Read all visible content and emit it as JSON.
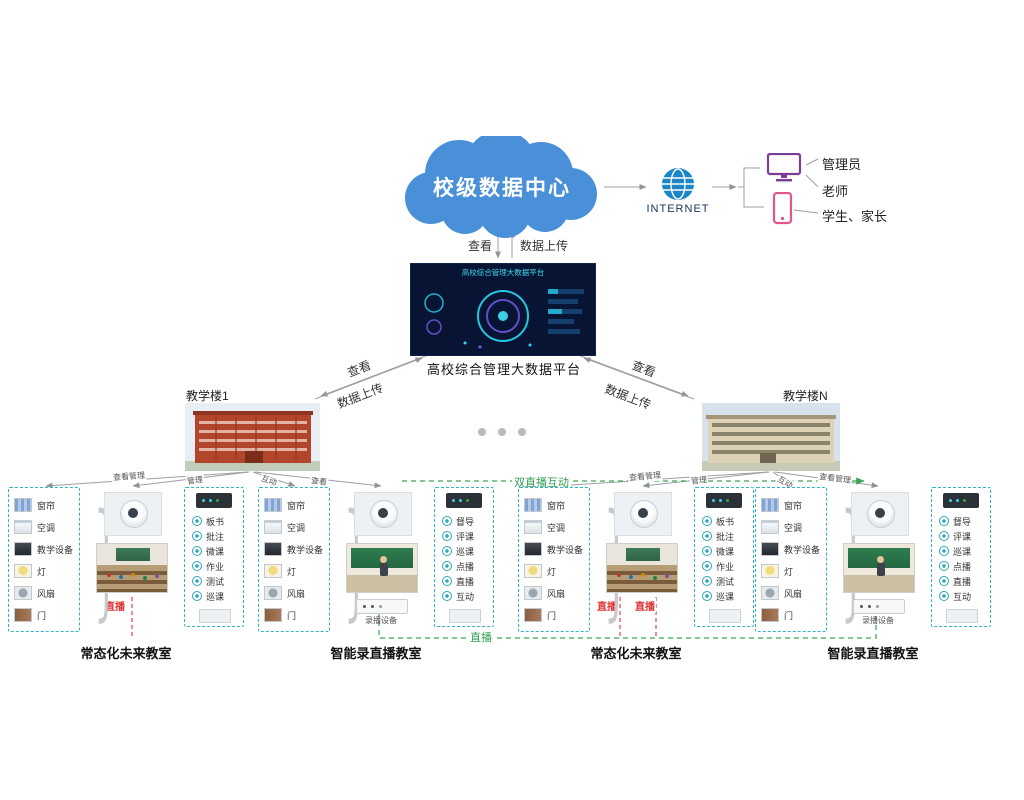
{
  "cloud": {
    "label": "校级数据中心"
  },
  "internet": {
    "label": "INTERNET"
  },
  "users": {
    "admin": "管理员",
    "teacher": "老师",
    "student_parent": "学生、家长"
  },
  "cloud_platform": {
    "view": "查看",
    "upload": "数据上传"
  },
  "platform": {
    "caption": "高校综合管理大数据平台",
    "screen_title": "高校综合管理大数据平台"
  },
  "branches": {
    "left_view": "查看",
    "left_upload": "数据上传",
    "right_view": "查看",
    "right_upload": "数据上传"
  },
  "buildings": {
    "left": "教学楼1",
    "right": "教学楼N"
  },
  "fan_labels": {
    "l1": "查看管理",
    "l2": "管理",
    "l3": "互动",
    "l4": "查看",
    "r1": "查看管理",
    "r2": "管理",
    "r3": "互动",
    "r4": "查看管理"
  },
  "links": {
    "dual_live": "双直播互动",
    "live_green": "直播",
    "live_red": "直播"
  },
  "devices": [
    "窗帘",
    "空调",
    "教学设备",
    "灯",
    "风扇",
    "门"
  ],
  "functions_a": [
    "板书",
    "批注",
    "微课",
    "作业",
    "测试",
    "巡课"
  ],
  "functions_b": [
    "督导",
    "评课",
    "巡课",
    "点播",
    "直播",
    "互动"
  ],
  "recorder_caption": "录播设备",
  "classroom_labels": {
    "a": "常态化未来教室",
    "b": "智能录直播教室"
  }
}
